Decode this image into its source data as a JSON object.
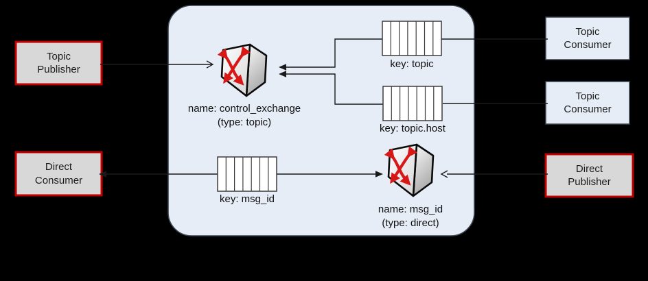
{
  "diagram": {
    "nodes": [
      {
        "label": "Topic Publisher",
        "kind": "publisher"
      },
      {
        "label": "Direct Consumer",
        "kind": "consumer"
      },
      {
        "label": "Topic Consumer",
        "kind": "consumer"
      },
      {
        "label": "Topic Consumer",
        "kind": "consumer"
      },
      {
        "label": "Direct Publisher",
        "kind": "publisher"
      }
    ],
    "broker": {
      "exchanges": [
        {
          "name_label": "name: control_exchange",
          "type_label": "(type: topic)"
        },
        {
          "name_label": "name: msg_id",
          "type_label": "(type: direct)"
        }
      ],
      "queues": [
        {
          "label": "key: topic"
        },
        {
          "label": "key: topic.host"
        },
        {
          "label": "key: msg_id"
        }
      ]
    },
    "icons": {
      "exchange": "crossed-red-arrows-switch-cube",
      "queue": "segmented-queue-strip"
    },
    "colors": {
      "background": "#000000",
      "broker_fill": "#e7edf7",
      "broker_border": "#3c4754",
      "node_gray_fill": "#d8d8d8",
      "node_red_border": "#c00000",
      "node_blue_fill": "#e7edf7",
      "node_blue_border": "#3c4754",
      "line_color": "#1a1a1a",
      "exchange_arrow_red": "#d81717"
    }
  }
}
